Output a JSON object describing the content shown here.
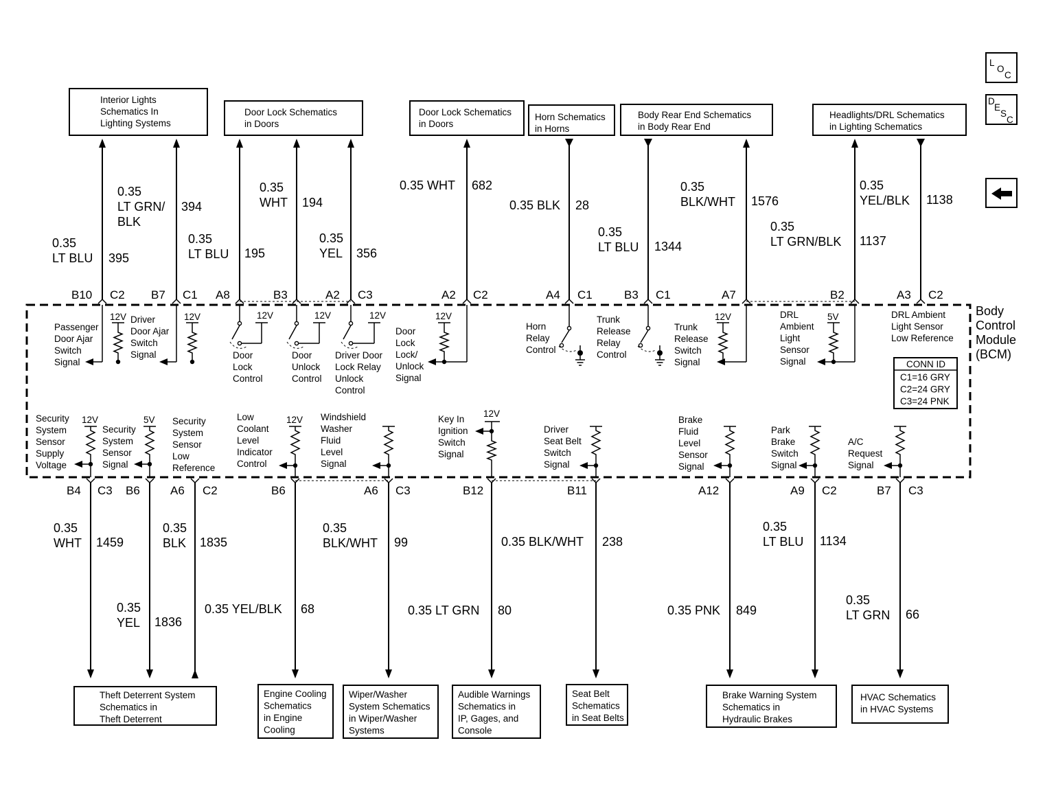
{
  "module": {
    "lines": [
      "Body",
      "Control",
      "Module",
      "(BCM)"
    ]
  },
  "nav": {
    "loc": [
      "L",
      "O",
      "C"
    ],
    "desc": [
      "D",
      "E",
      "S",
      "C"
    ],
    "back_icon": "arrow-left-icon"
  },
  "conn_id": {
    "title": "CONN ID",
    "rows": [
      "C1=16 GRY",
      "C2=24 GRY",
      "C3=24 PNK"
    ]
  },
  "top_boxes": [
    {
      "lines": [
        "Interior Lights",
        "Schematics In",
        "Lighting Systems"
      ]
    },
    {
      "lines": [
        "Door Lock Schematics",
        "in Doors"
      ]
    },
    {
      "lines": [
        "Door Lock Schematics",
        "in Doors"
      ]
    },
    {
      "lines": [
        "Horn Schematics",
        "in Horns"
      ]
    },
    {
      "lines": [
        "Body Rear End Schematics",
        "in Body Rear End"
      ]
    },
    {
      "lines": [
        "Headlights/DRL Schematics",
        "in Lighting Schematics"
      ]
    }
  ],
  "bottom_boxes": [
    {
      "lines": [
        "Theft Deterrent System",
        "Schematics in",
        "Theft Deterrent"
      ]
    },
    {
      "lines": [
        "Engine Cooling",
        "Schematics",
        "in Engine",
        "Cooling"
      ]
    },
    {
      "lines": [
        "Wiper/Washer",
        "System Schematics",
        "in Wiper/Washer",
        "Systems"
      ]
    },
    {
      "lines": [
        "Audible Warnings",
        "Schematics in",
        "IP, Gages, and",
        "Console"
      ]
    },
    {
      "lines": [
        "Seat Belt",
        "Schematics",
        "in Seat Belts"
      ]
    },
    {
      "lines": [
        "Brake Warning System",
        "Schematics in",
        "Hydraulic Brakes"
      ]
    },
    {
      "lines": [
        "HVAC Schematics",
        "in HVAC Systems"
      ]
    }
  ],
  "top_wires": [
    {
      "lines": [
        "0.35",
        "LT BLU"
      ],
      "circuit": "395",
      "pin": "B10",
      "conn": "C2"
    },
    {
      "lines": [
        "0.35",
        "LT GRN/",
        "BLK"
      ],
      "circuit": "394",
      "pin": "B7",
      "conn": "C1"
    },
    {
      "lines": [
        "0.35",
        "LT BLU"
      ],
      "circuit": "195",
      "pin": "A8",
      "conn": ""
    },
    {
      "lines": [
        "0.35",
        "WHT"
      ],
      "circuit": "194",
      "pin": "B3",
      "conn": ""
    },
    {
      "lines": [
        "0.35",
        "YEL"
      ],
      "circuit": "356",
      "pin": "A2",
      "conn": "C3"
    },
    {
      "lines": [
        "0.35 WHT"
      ],
      "circuit": "682",
      "pin": "A2",
      "conn": "C2"
    },
    {
      "lines": [
        "0.35 BLK"
      ],
      "circuit": "28",
      "pin": "A4",
      "conn": "C1"
    },
    {
      "lines": [
        "0.35",
        "LT BLU"
      ],
      "circuit": "1344",
      "pin": "B3",
      "conn": "C1"
    },
    {
      "lines": [
        "0.35",
        "BLK/WHT"
      ],
      "circuit": "1576",
      "pin": "A7",
      "conn": ""
    },
    {
      "lines": [
        "0.35",
        "LT GRN/BLK"
      ],
      "circuit": "1137",
      "pin": "B2",
      "conn": ""
    },
    {
      "lines": [
        "0.35",
        "YEL/BLK"
      ],
      "circuit": "1138",
      "pin": "A3",
      "conn": "C2"
    }
  ],
  "bottom_wires": [
    {
      "lines": [
        "0.35",
        "WHT"
      ],
      "circuit": "1459",
      "pin": "B4",
      "conn": "C3"
    },
    {
      "lines": [
        "0.35",
        "BLK"
      ],
      "circuit": "1835",
      "pin": "B6",
      "conn": ""
    },
    {
      "lines": [
        "0.35",
        "YEL"
      ],
      "circuit": "1836",
      "pin": "A6",
      "conn": "C2"
    },
    {
      "lines": [
        "0.35 YEL/BLK"
      ],
      "circuit": "68",
      "pin": "B6",
      "conn": ""
    },
    {
      "lines": [
        "0.35",
        "BLK/WHT"
      ],
      "circuit": "99",
      "pin": "A6",
      "conn": "C3"
    },
    {
      "lines": [
        "0.35 LT GRN"
      ],
      "circuit": "80",
      "pin": "B12",
      "conn": ""
    },
    {
      "lines": [
        "0.35 BLK/WHT"
      ],
      "circuit": "238",
      "pin": "B11",
      "conn": ""
    },
    {
      "lines": [
        "0.35 PNK"
      ],
      "circuit": "849",
      "pin": "A12",
      "conn": ""
    },
    {
      "lines": [
        "0.35",
        "LT BLU"
      ],
      "circuit": "1134",
      "pin": "A9",
      "conn": "C2"
    },
    {
      "lines": [
        "0.35",
        "LT GRN"
      ],
      "circuit": "66",
      "pin": "B7",
      "conn": "C3"
    }
  ],
  "supply_labels": {
    "v12": "12V",
    "v5": "5V"
  },
  "internal_labels": [
    {
      "lines": [
        "Passenger",
        "Door Ajar",
        "Switch",
        "Signal"
      ]
    },
    {
      "lines": [
        "Driver",
        "Door Ajar",
        "Switch",
        "Signal"
      ]
    },
    {
      "lines": [
        "Door",
        "Lock",
        "Control"
      ]
    },
    {
      "lines": [
        "Door",
        "Unlock",
        "Control"
      ]
    },
    {
      "lines": [
        "Driver Door",
        "Lock Relay",
        "Unlock",
        "Control"
      ]
    },
    {
      "lines": [
        "Door",
        "Lock",
        "Lock/",
        "Unlock",
        "Signal"
      ]
    },
    {
      "lines": [
        "Horn",
        "Relay",
        "Control"
      ]
    },
    {
      "lines": [
        "Trunk",
        "Release",
        "Relay",
        "Control"
      ]
    },
    {
      "lines": [
        "Trunk",
        "Release",
        "Switch",
        "Signal"
      ]
    },
    {
      "lines": [
        "DRL",
        "Ambient",
        "Light",
        "Sensor",
        "Signal"
      ]
    },
    {
      "lines": [
        "DRL Ambient",
        "Light Sensor",
        "Low Reference"
      ]
    },
    {
      "lines": [
        "Security",
        "System",
        "Sensor",
        "Supply",
        "Voltage"
      ]
    },
    {
      "lines": [
        "Security",
        "System",
        "Sensor",
        "Signal"
      ]
    },
    {
      "lines": [
        "Security",
        "System",
        "Sensor",
        "Low",
        "Reference"
      ]
    },
    {
      "lines": [
        "Low",
        "Coolant",
        "Level",
        "Indicator",
        "Control"
      ]
    },
    {
      "lines": [
        "Windshield",
        "Washer",
        "Fluid",
        "Level",
        "Signal"
      ]
    },
    {
      "lines": [
        "Key In",
        "Ignition",
        "Switch",
        "Signal"
      ]
    },
    {
      "lines": [
        "Driver",
        "Seat Belt",
        "Switch",
        "Signal"
      ]
    },
    {
      "lines": [
        "Brake",
        "Fluid",
        "Level",
        "Sensor",
        "Signal"
      ]
    },
    {
      "lines": [
        "Park",
        "Brake",
        "Switch",
        "Signal"
      ]
    },
    {
      "lines": [
        "A/C",
        "Request",
        "Signal"
      ]
    }
  ]
}
